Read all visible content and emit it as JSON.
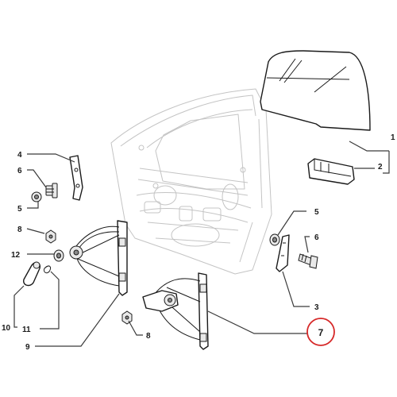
{
  "callouts": {
    "c1": "1",
    "c2": "2",
    "c3": "3",
    "c4": "4",
    "c5a": "5",
    "c5b": "5",
    "c6a": "6",
    "c6b": "6",
    "c7": "7",
    "c8a": "8",
    "c8b": "8",
    "c9": "9",
    "c10": "10",
    "c11": "11",
    "c12": "12"
  },
  "highlight": {
    "part": "7",
    "ring_color": "#d62828"
  },
  "colors": {
    "ink": "#1a1a1a",
    "ghost": "#c4c4c4"
  }
}
